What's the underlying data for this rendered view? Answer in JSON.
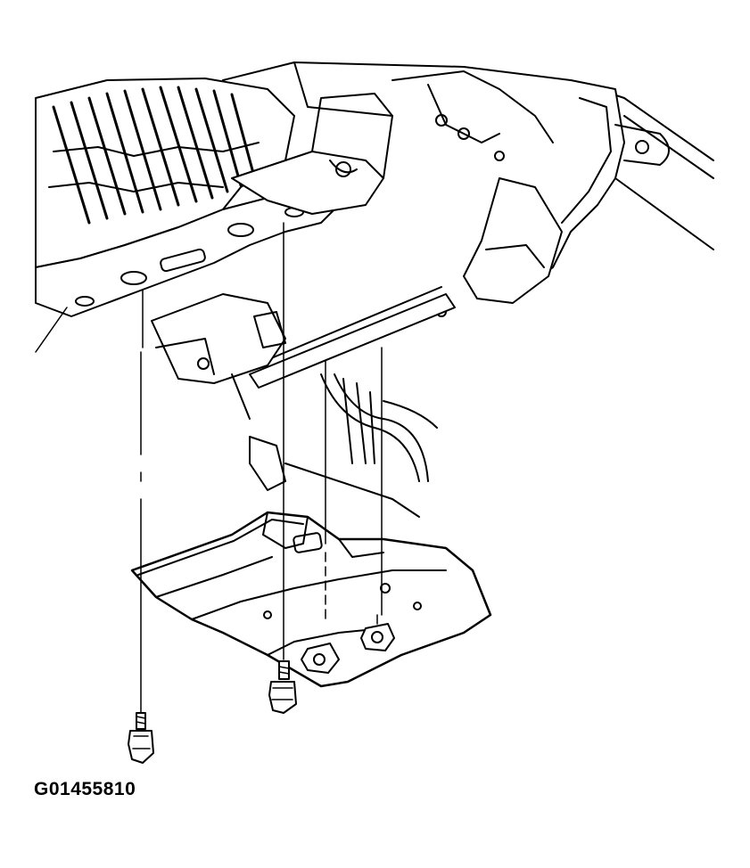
{
  "figure_id": "G01455810",
  "colors": {
    "line": "#000000",
    "background": "#ffffff"
  },
  "parts": [
    "radiator-support-frame",
    "transmission-skid-plate",
    "mounting-bolt",
    "mounting-nut"
  ]
}
